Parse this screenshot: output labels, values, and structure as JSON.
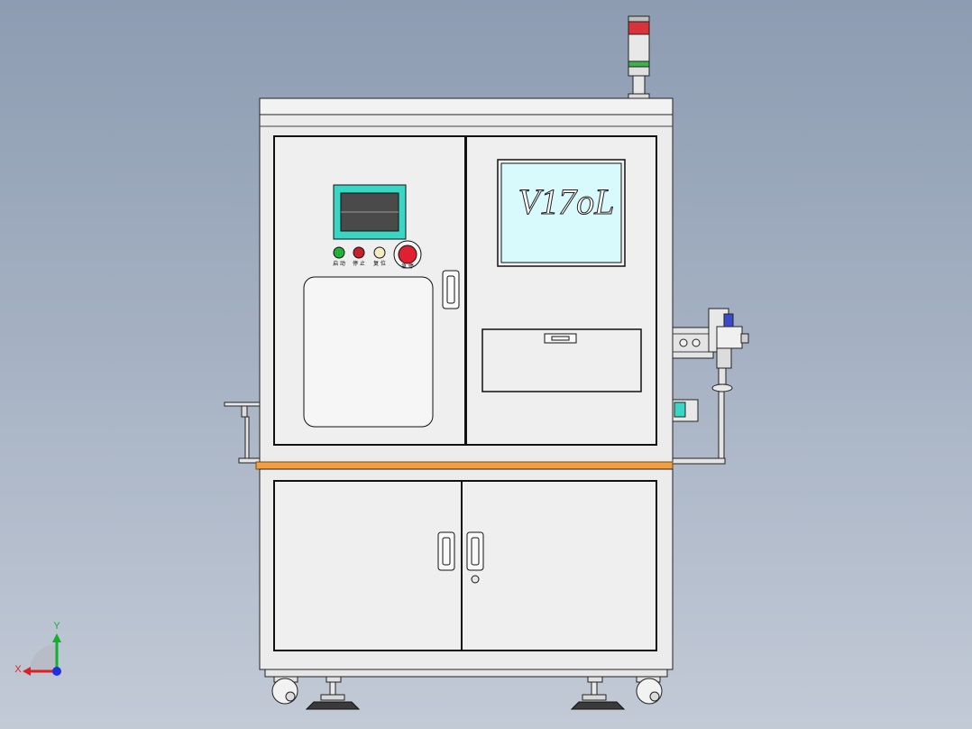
{
  "viewport": {
    "background_top": "#8d9cb2",
    "background_bottom": "#c2cad6"
  },
  "machine": {
    "colors": {
      "panel": "#ececec",
      "line": "#1a1a1a",
      "screen": "#d9fafc",
      "hmi_frame": "#39d6c6",
      "base_strip": "#f0a040",
      "light_red": "#d8333b",
      "light_green": "#3fb04a"
    },
    "window_text": "V17oL",
    "buttons": {
      "start_label": "启 动",
      "stop_label": "停 止",
      "reset_label": "复 位",
      "emergency_label": "急 停"
    },
    "indicator_colors": {
      "start": "#22b03a",
      "stop": "#c8202a",
      "reset": "#f2ecc0",
      "emergency": "#e02030"
    }
  },
  "axis_triad": {
    "x_label": "X",
    "y_label": "Y",
    "x_color": "#e02020",
    "y_color": "#10b030",
    "z_color": "#2030e0"
  }
}
